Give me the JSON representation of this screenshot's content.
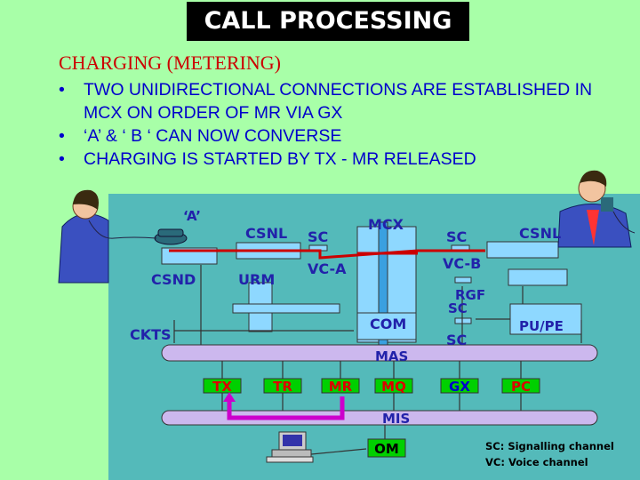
{
  "title": "CALL PROCESSING",
  "subtitle": "CHARGING (METERING)",
  "bullets": [
    "TWO UNIDIRECTIONAL CONNECTIONS ARE ESTABLISHED IN MCX ON ORDER OF MR VIA GX",
    "‘A’ & ‘ B ‘ CAN NOW CONVERSE",
    "CHARGING IS STARTED BY TX - MR RELEASED"
  ],
  "bullet_symbol": "•",
  "diagram": {
    "labels": {
      "a_subscriber": "‘A’",
      "csnl_left": "CSNL",
      "sc_left": "SC",
      "mcx": "MCX",
      "sc_right": "SC",
      "csnl_right": "CSNL",
      "csnd": "CSND",
      "urm": "URM",
      "vc_a": "VC-A",
      "vc_b": "VC-B",
      "rgf": "RGF",
      "sc_rgf": "SC",
      "com": "COM",
      "pu_pe": "PU/PE",
      "ckts": "CKTS",
      "sc_lower": "SC",
      "mas": "MAS",
      "mis": "MIS"
    },
    "modules": [
      "TX",
      "TR",
      "MR",
      "MQ",
      "GX",
      "PC"
    ],
    "om": "OM",
    "legend": [
      "SC: Signalling  channel",
      "VC: Voice channel"
    ]
  },
  "colors": {
    "background": "#a8ffa8",
    "diagram_panel": "#54baba",
    "box_fill": "#8ed8ff",
    "bus_fill": "#ccb8ee",
    "module_fill": "#00d000",
    "module_text_red": "#dd0000",
    "module_text_blue": "#0000cc",
    "path_magenta": "#cc00cc",
    "label_blue": "#2222aa",
    "title_bg": "#000000",
    "title_text": "#ffffff",
    "subtitle": "#cc0000",
    "bullet_text": "#0000cc",
    "voice_path": "#cc0000"
  }
}
